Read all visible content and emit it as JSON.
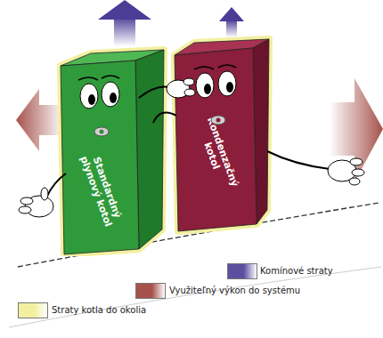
{
  "diagram": {
    "nodes": [
      {
        "text": [
          "Standardný plynový kotol"
        ]
      },
      {
        "text": [
          "Kondenzačný kotol"
        ]
      }
    ],
    "legend": [
      {
        "text": "Komínové straty",
        "color": "#5b4fa0"
      },
      {
        "text": "Využiteľný výkon do systému",
        "color": "#a5524c"
      },
      {
        "text": "Straty kotla do okolia",
        "color": "#f2f0a0"
      }
    ]
  }
}
